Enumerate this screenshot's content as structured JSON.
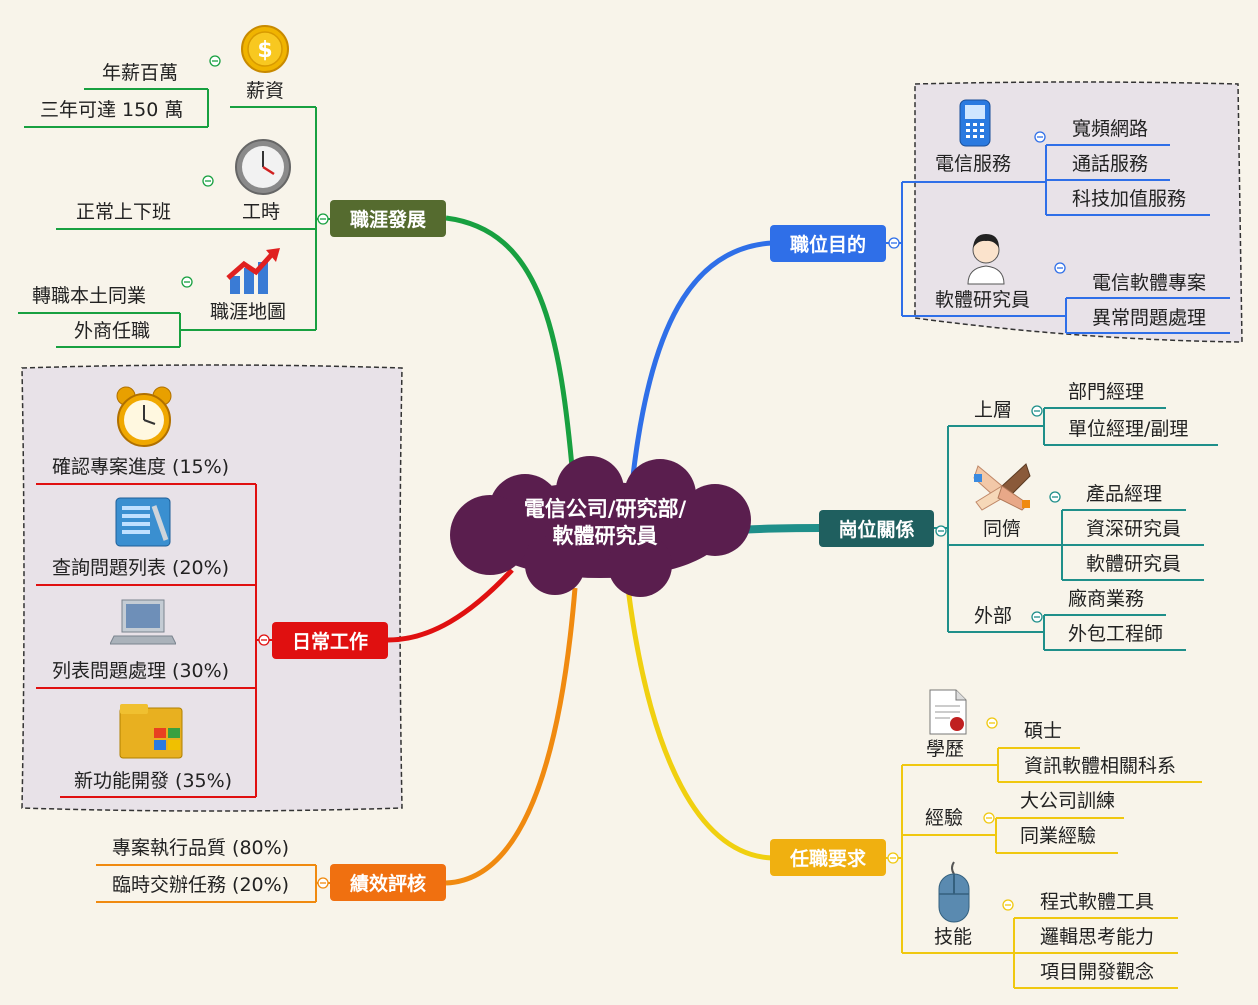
{
  "center": {
    "line1": "電信公司/研究部/",
    "line2": "軟體研究員"
  },
  "colors": {
    "career": "#556b2f",
    "purpose": "#2f6fe8",
    "relation": "#1f5f5f",
    "daily": "#e01010",
    "perf": "#f07010",
    "require": "#f0b010"
  },
  "career": {
    "title": "職涯發展",
    "salary": {
      "label": "薪資",
      "items": [
        "年薪百萬",
        "三年可達 150 萬"
      ]
    },
    "hours": {
      "label": "工時",
      "items": [
        "正常上下班"
      ]
    },
    "map": {
      "label": "職涯地圖",
      "items": [
        "轉職本土同業",
        "外商任職"
      ]
    }
  },
  "daily": {
    "title": "日常工作",
    "items": [
      "確認專案進度 (15%)",
      "查詢問題列表 (20%)",
      "列表問題處理 (30%)",
      "新功能開發 (35%)"
    ]
  },
  "perf": {
    "title": "績效評核",
    "items": [
      "專案執行品質 (80%)",
      "臨時交辦任務 (20%)"
    ]
  },
  "purpose": {
    "title": "職位目的",
    "telecom": {
      "label": "電信服務",
      "items": [
        "寬頻網路",
        "通話服務",
        "科技加值服務"
      ]
    },
    "engineer": {
      "label": "軟體研究員",
      "items": [
        "電信軟體專案",
        "異常問題處理"
      ]
    }
  },
  "relation": {
    "title": "崗位關係",
    "upper": {
      "label": "上層",
      "items": [
        "部門經理",
        "單位經理/副理"
      ]
    },
    "peer": {
      "label": "同儕",
      "items": [
        "產品經理",
        "資深研究員",
        "軟體研究員"
      ]
    },
    "external": {
      "label": "外部",
      "items": [
        "廠商業務",
        "外包工程師"
      ]
    }
  },
  "require": {
    "title": "任職要求",
    "edu": {
      "label": "學歷",
      "items": [
        "碩士",
        "資訊軟體相關科系"
      ]
    },
    "exp": {
      "label": "經驗",
      "items": [
        "大公司訓練",
        "同業經驗"
      ]
    },
    "skill": {
      "label": "技能",
      "items": [
        "程式軟體工具",
        "邏輯思考能力",
        "項目開發觀念"
      ]
    }
  }
}
